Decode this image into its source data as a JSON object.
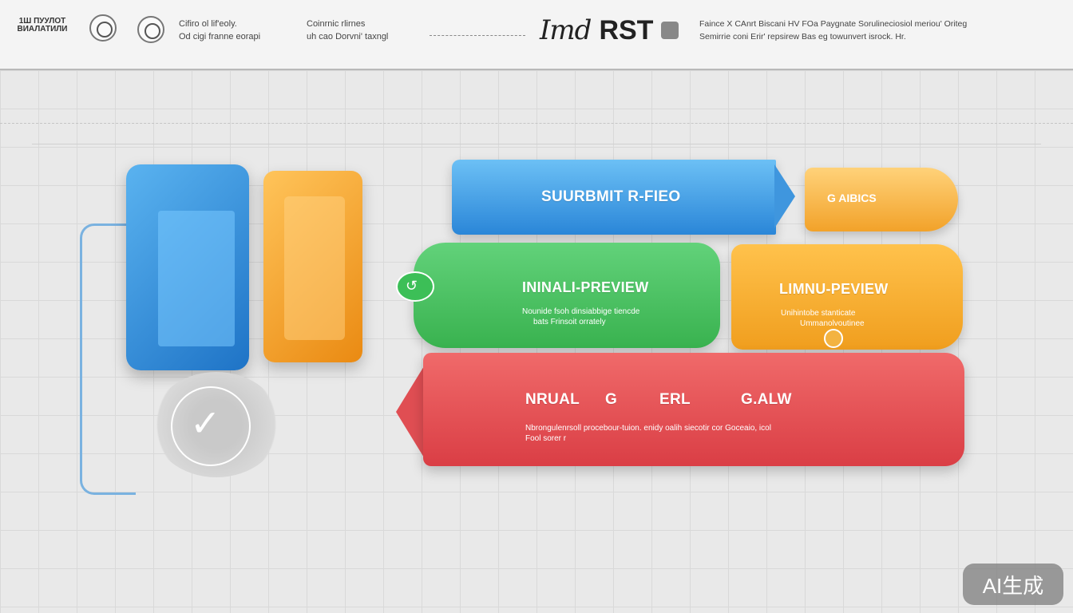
{
  "header": {
    "logo_text": "1Ш ПУУЛОТ ВИАЛАТИЛИ",
    "col1_line1": "Cifiro ol lif'eoly.",
    "col1_line2": "Od cigi  franne  eorapi",
    "col2_line1": "Coinrnic rlirnes",
    "col2_line2": "uh cao  Dorvni' taxngl",
    "brand_script": "Imd",
    "brand_main": "RST",
    "right_line1": "Faince X CAnrt  Biscani  HV FOa  Paygnate  Sorulineciosiol meriou' Oriteg",
    "right_line2": "Semirrie  coni  Erir' repsirew  Bas  eg  towunvert  isrock. Hr."
  },
  "diagram": {
    "blue_bar_title": "SUURBMIT  R-FIEO",
    "orange_small_title": "G AIBICS",
    "green_title": "ININALI-PREVIEW",
    "green_line1": "Nounide  fsoh  dinsiabbige tiencde",
    "green_line2": "bats  Frinsoit  orrately",
    "orange_mid_title": "LIMNU-PEVIEW",
    "orange_mid_line1": "Unihintobe  stanticate",
    "orange_mid_line2": "Ummanolvoutinee",
    "red_title_a": "NRUAL",
    "red_title_b": "G",
    "red_title_c": "ERL",
    "red_title_d": "G.ALW",
    "red_line1": "Nbrongulenrsoll  procebour-tuion.  enidy  oalih  siecotir  cor  Goceaio, icol",
    "red_line2": "Fool sorer r"
  },
  "watermark": "AI生成",
  "colors": {
    "blue": "#2a86d8",
    "orange": "#f09e1e",
    "green": "#39b24f",
    "red": "#da3e45"
  }
}
